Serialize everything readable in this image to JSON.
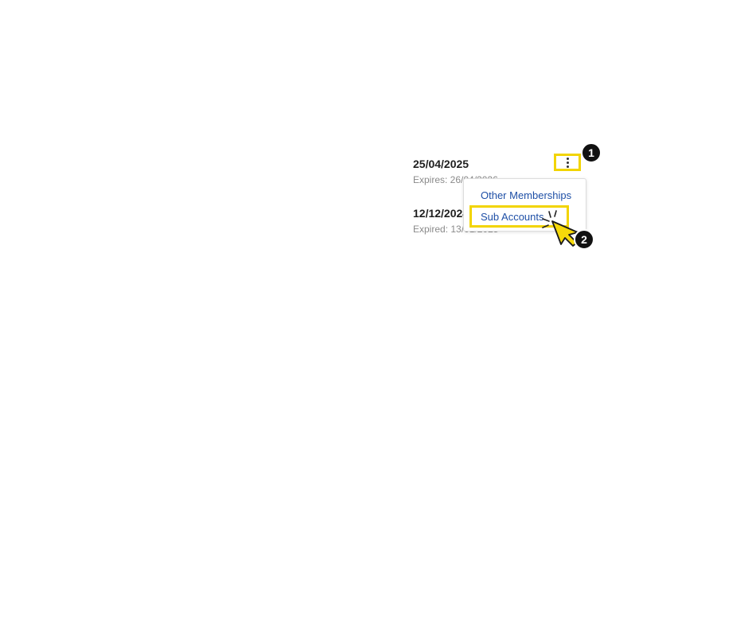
{
  "memberships": [
    {
      "date": "25/04/2025",
      "expiry_text": "Expires: 26/04/2026"
    },
    {
      "date": "12/12/2024",
      "expiry_text": "Expired: 13/01/2025"
    }
  ],
  "menu": {
    "items": [
      {
        "label": "Other Memberships"
      },
      {
        "label": "Sub Accounts"
      }
    ]
  },
  "annotations": {
    "step1": "1",
    "step2": "2",
    "highlight_color": "#f2d400",
    "badge_color": "#111111"
  },
  "colors": {
    "link": "#1e4fa6",
    "muted_text": "#8a8a8a"
  }
}
